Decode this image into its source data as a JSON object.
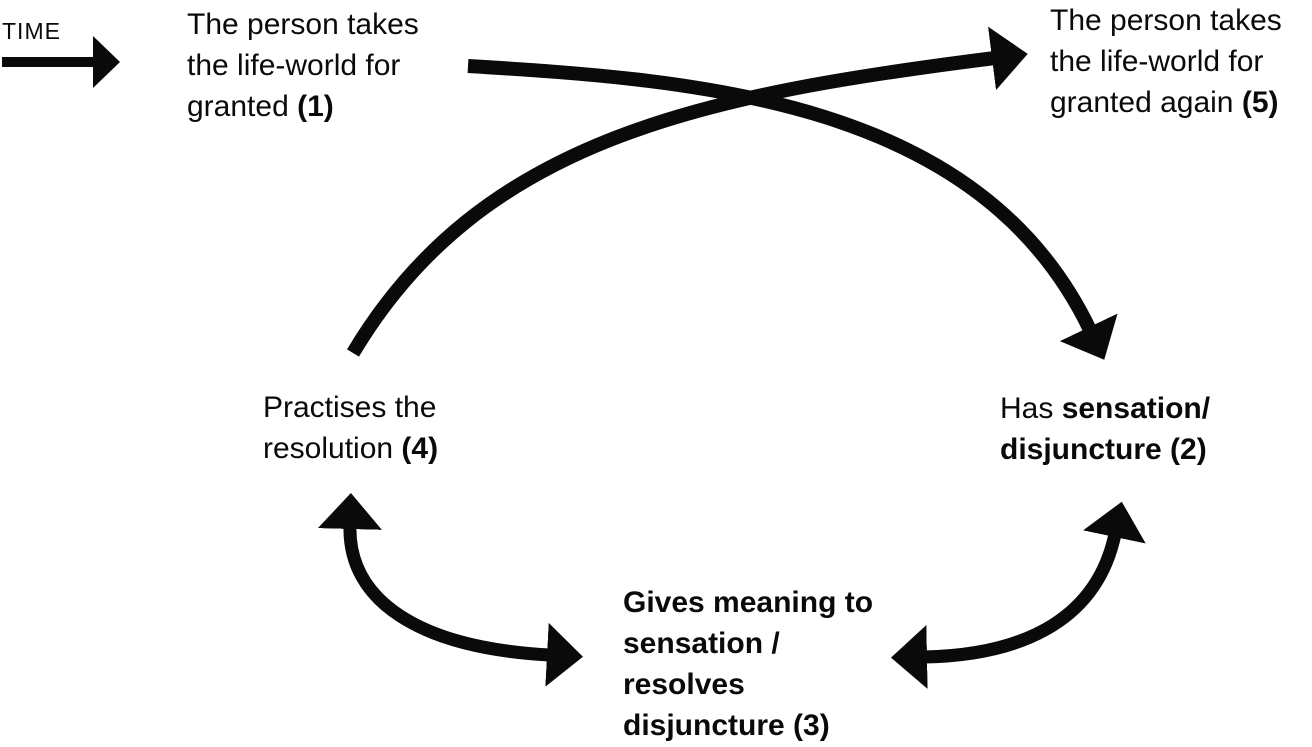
{
  "colors": {
    "ink": "#0a0a0a",
    "background": "#ffffff"
  },
  "time_axis": {
    "label": "TIME"
  },
  "nodes": {
    "granted1": {
      "line1": "The person takes",
      "line2": "the life-world for",
      "line3": "granted ",
      "line3_num": "(1)"
    },
    "granted5": {
      "line1": "The person takes",
      "line2": "the life-world for",
      "line3": "granted again ",
      "line3_num": "(5)"
    },
    "sensation2": {
      "line1_pre": "Has ",
      "line1_bold": "sensation/",
      "line2_bold": "disjuncture (2)"
    },
    "meaning3": {
      "line1": "Gives meaning to",
      "line2": "sensation /",
      "line3": "resolves",
      "line4": "disjuncture (3)"
    },
    "practises4": {
      "line1": "Practises the",
      "line2": "resolution ",
      "line2_num": "(4)"
    }
  },
  "arrows": [
    {
      "name": "time-arrow",
      "from": "time-label",
      "to": "rightward",
      "heads": 1
    },
    {
      "name": "arrow-1-to-2",
      "from": "granted1",
      "to": "sensation2",
      "heads": 1
    },
    {
      "name": "arrow-4-to-5",
      "from": "practises4",
      "to": "granted5",
      "heads": 1
    },
    {
      "name": "arrow-4-3",
      "between": [
        "practises4",
        "meaning3"
      ],
      "heads": 2
    },
    {
      "name": "arrow-3-2",
      "between": [
        "meaning3",
        "sensation2"
      ],
      "heads": 2
    }
  ]
}
